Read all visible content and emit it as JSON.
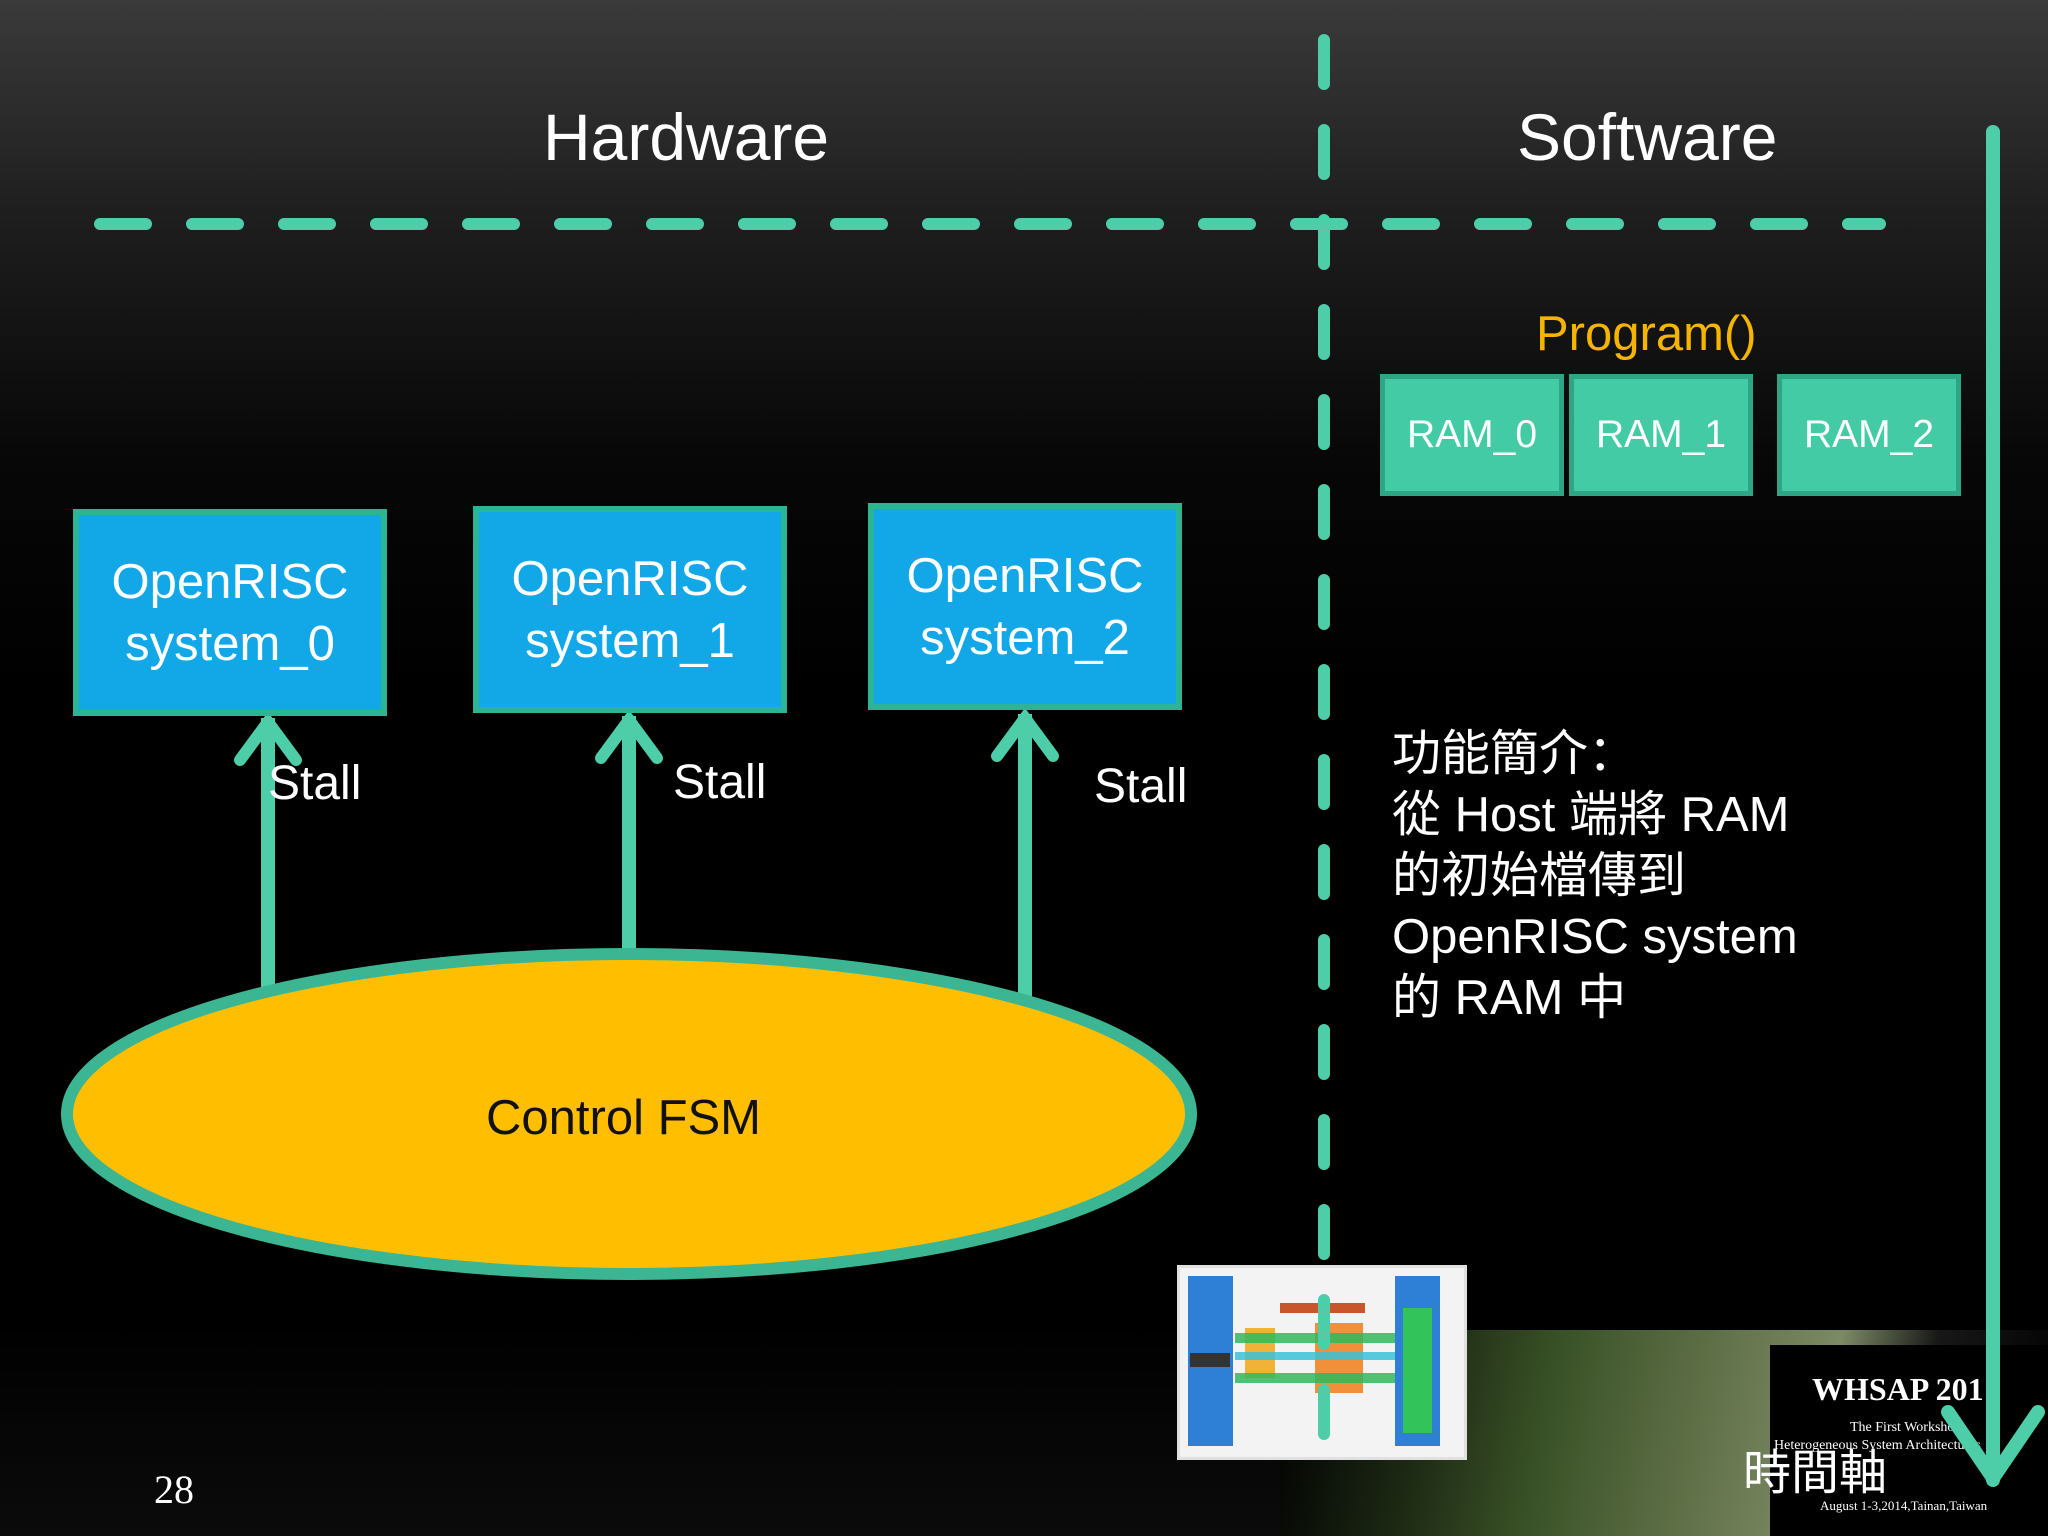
{
  "headings": {
    "hardware": "Hardware",
    "software": "Software"
  },
  "software": {
    "program_label": "Program()",
    "ram_blocks": [
      "RAM_0",
      "RAM_1",
      "RAM_2"
    ],
    "description_lines": [
      "功能簡介：",
      "從 Host 端將 RAM",
      "的初始檔傳到",
      "OpenRISC system",
      "的 RAM 中"
    ],
    "time_axis_label": "時間軸"
  },
  "hardware": {
    "systems": [
      {
        "line1": "OpenRISC",
        "line2": "system_0"
      },
      {
        "line1": "OpenRISC",
        "line2": "system_1"
      },
      {
        "line1": "OpenRISC",
        "line2": "system_2"
      }
    ],
    "stall_labels": [
      "Stall",
      "Stall",
      "Stall"
    ],
    "fsm_label": "Control FSM"
  },
  "footer": {
    "slide_number": "28",
    "banner_title": "WHSAP  201",
    "banner_line1": "The First Workshop",
    "banner_line2": "Heterogeneous System Architectures",
    "banner_line3": "August 1-3,2014,Tainan,Taiwan"
  },
  "colors": {
    "accent_teal": "#4ecda9",
    "box_blue": "#12a7e6",
    "fsm_yellow": "#ffbf00",
    "program_orange": "#f4b400"
  }
}
